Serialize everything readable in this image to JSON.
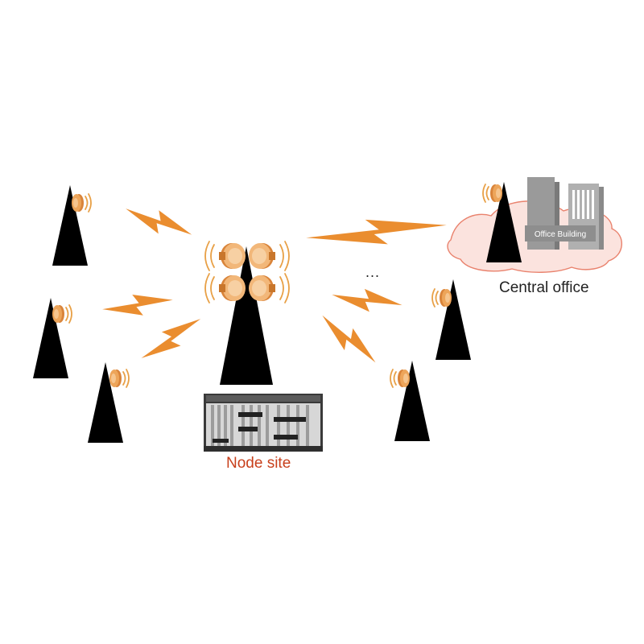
{
  "labels": {
    "node_site": "Node site",
    "central_office": "Central office",
    "office_building": "Office Building",
    "ellipsis": "..."
  },
  "colors": {
    "accent_orange": "#e08a35",
    "node_label": "#c8401c",
    "tower_gray": "#8c8c8c",
    "cloud_fill": "#fbe3de",
    "cloud_stroke": "#e9826d",
    "building": "#9a9a9a"
  },
  "icons": [
    "cell-tower-icon",
    "microwave-antenna-icon",
    "radio-link-bolt-icon",
    "network-equipment-chassis-icon",
    "office-building-icon",
    "cloud-region-icon"
  ]
}
